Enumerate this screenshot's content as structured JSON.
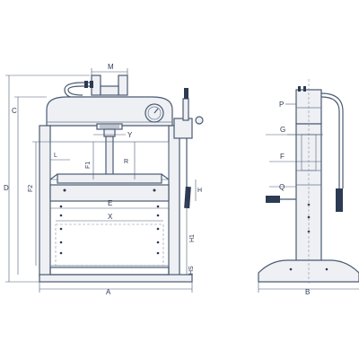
{
  "diagram": {
    "front_view_labels": {
      "M": "M",
      "Y": "Y",
      "L": "L",
      "F1": "F1",
      "R": "R",
      "E": "E",
      "X": "X",
      "H": "H",
      "H1": "H1",
      "HS": "HS",
      "A": "A",
      "D": "D",
      "C": "C",
      "F2": "F2"
    },
    "side_view_labels": {
      "P": "P",
      "G": "G",
      "F": "F",
      "Q": "Q",
      "B": "B"
    }
  }
}
